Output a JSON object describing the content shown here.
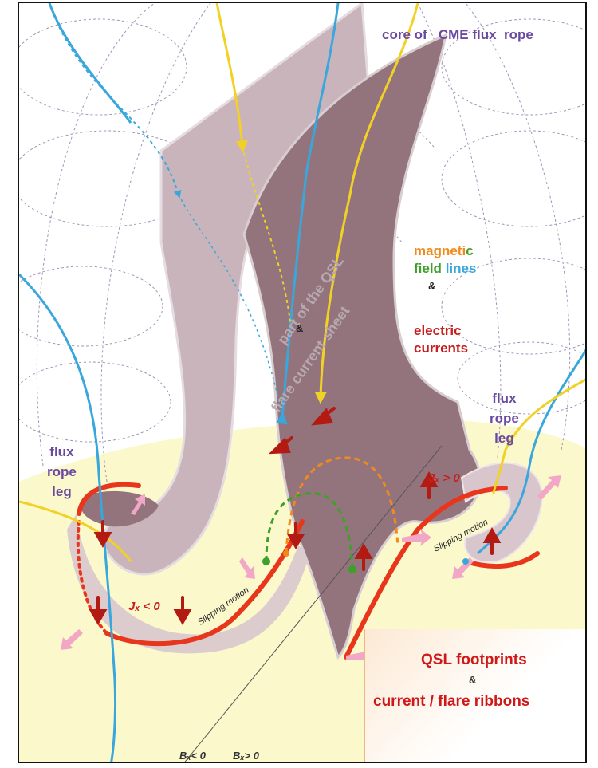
{
  "labels": {
    "core_word1": "core of",
    "core_word2": "CME flux",
    "core_word3": "rope",
    "magnetic_a": "magneti",
    "magnetic_b": "c",
    "field": "field",
    "lines": "lines",
    "amp1": "&",
    "electric": "electric",
    "currents": "currents",
    "flux_rope_leg_right": [
      "flux",
      "rope",
      "leg"
    ],
    "flux_rope_leg_left": [
      "flux",
      "rope",
      "leg"
    ],
    "qsl_part_line1": "part of the QSL",
    "qsl_amp": "&",
    "qsl_part_line2": "flare current sheet",
    "j_pos": "Jₓ > 0",
    "j_neg": "Jₓ < 0",
    "slipping_right": "Slipping motion",
    "slipping_left": "Slipping motion",
    "qsl_footprints": "QSL footprints",
    "qsl_amp2": "&",
    "ribbons": "current / flare ribbons",
    "bz_neg": "Bₓ< 0",
    "bz_pos": "Bₓ> 0"
  },
  "colors": {
    "sheet_back": "#c9b4bc",
    "sheet_front": "#93747d",
    "photosphere": "#fbf8cc",
    "field_blue": "#3aa7dc",
    "field_yellow": "#f2d126",
    "field_orange": "#f28a1b",
    "field_green": "#3ea02a",
    "current_red": "#e7361c",
    "arrow_dark_red": "#b31a12",
    "arrow_pink": "#f2a7c6",
    "label_purple": "#6a4aa0"
  }
}
